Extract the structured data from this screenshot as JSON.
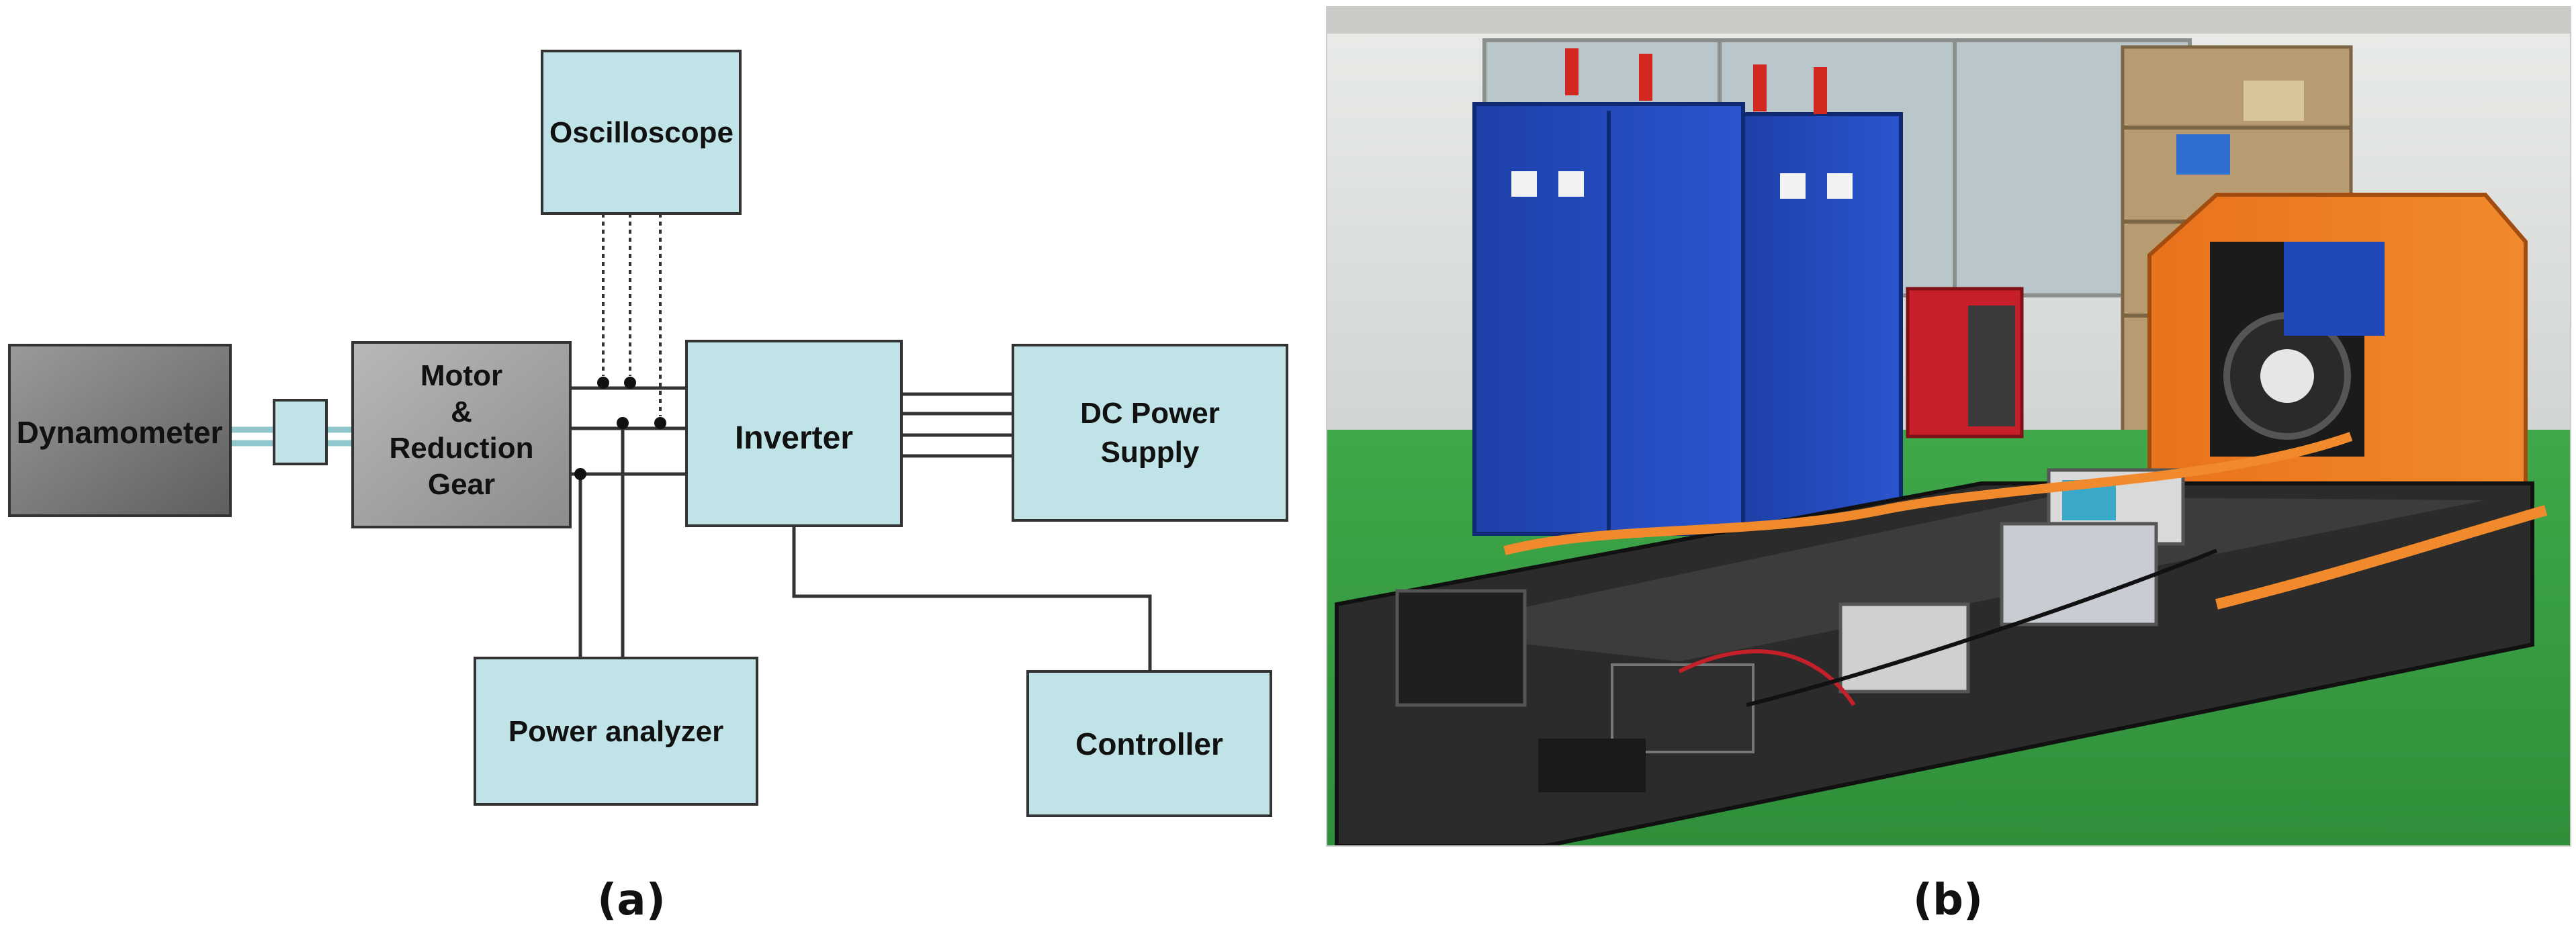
{
  "panel_a": {
    "caption": "(a)",
    "blocks": {
      "dynamometer": "Dynamometer",
      "motor": [
        "Motor",
        "&",
        "Reduction",
        "Gear"
      ],
      "oscilloscope": "Oscilloscope",
      "inverter": "Inverter",
      "dc_power_supply": [
        "DC Power",
        "Supply"
      ],
      "power_analyzer": "Power analyzer",
      "controller": "Controller"
    }
  },
  "panel_b": {
    "caption": "(b)"
  },
  "colors": {
    "block_fill": "#bfe3e6",
    "dark_block_fill": "#7d7d7d",
    "motor_fill": "#a6a6a6",
    "line": "#333333"
  }
}
